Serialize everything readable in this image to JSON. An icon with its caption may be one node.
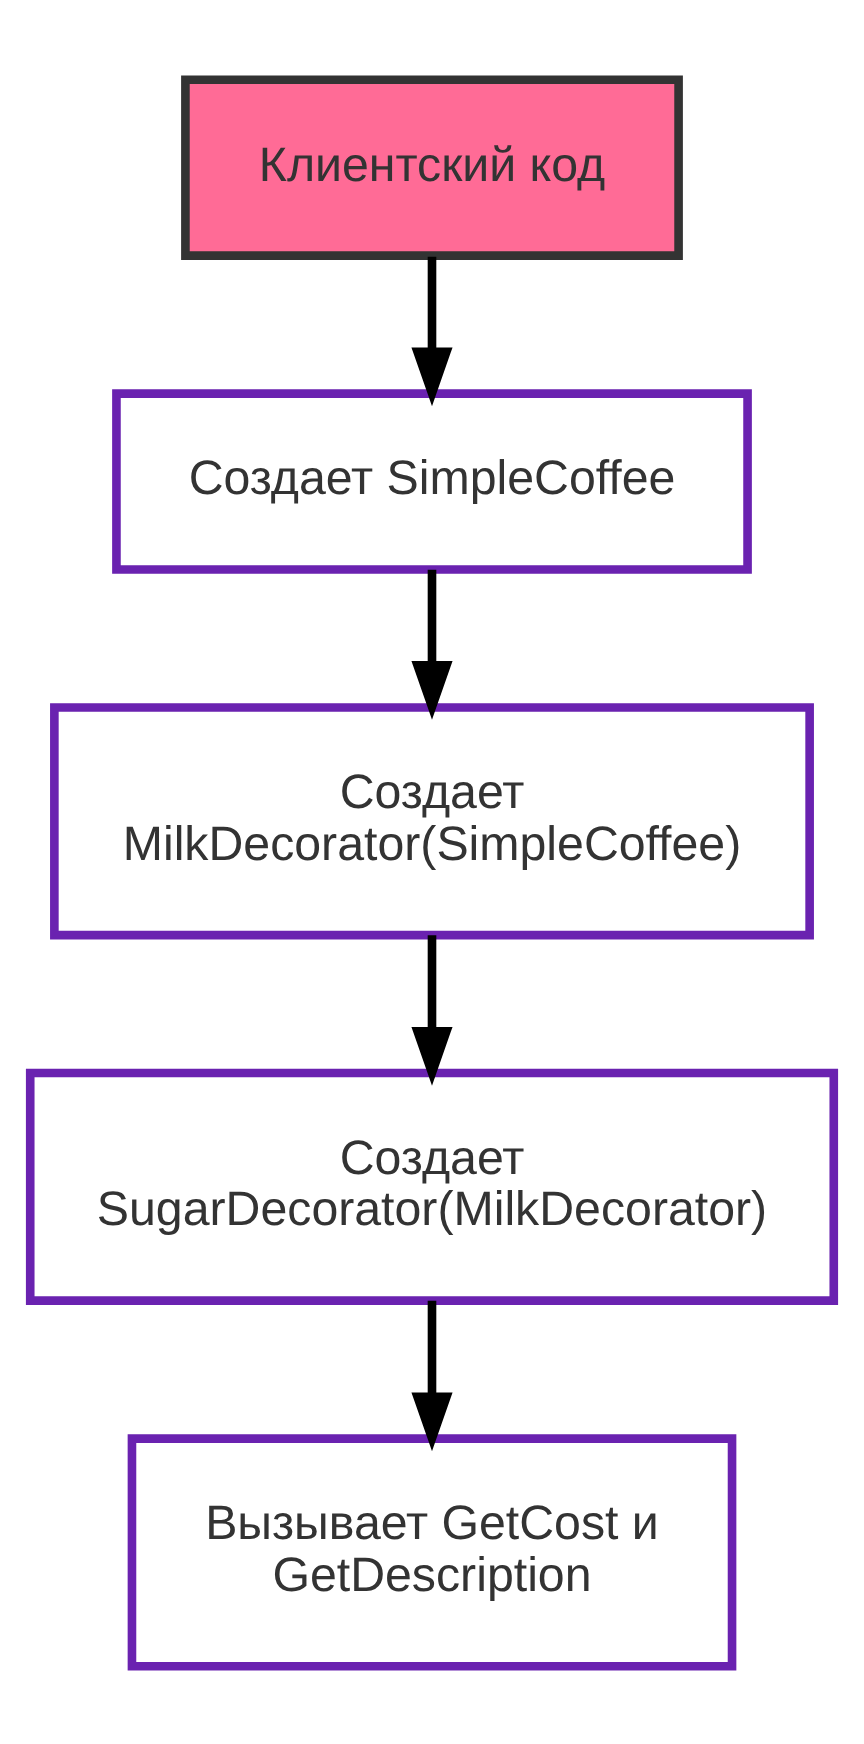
{
  "diagram": {
    "nodes": [
      {
        "text": [
          "Клиентский код"
        ]
      },
      {
        "text": [
          "Создает SimpleCoffee"
        ]
      },
      {
        "text": [
          "Создает MilkDecorator(SimpleCoffee)"
        ]
      },
      {
        "text": [
          "Создает SugarDecorator(MilkDecorator)"
        ]
      },
      {
        "text": [
          "Вызывает GetCost и GetDescription"
        ]
      }
    ],
    "edges": [
      {
        "from": 0,
        "to": 1,
        "arrow": "to"
      },
      {
        "from": 1,
        "to": 2,
        "arrow": "to"
      },
      {
        "from": 2,
        "to": 3,
        "arrow": "to"
      },
      {
        "from": 3,
        "to": 4,
        "arrow": "to"
      }
    ]
  }
}
